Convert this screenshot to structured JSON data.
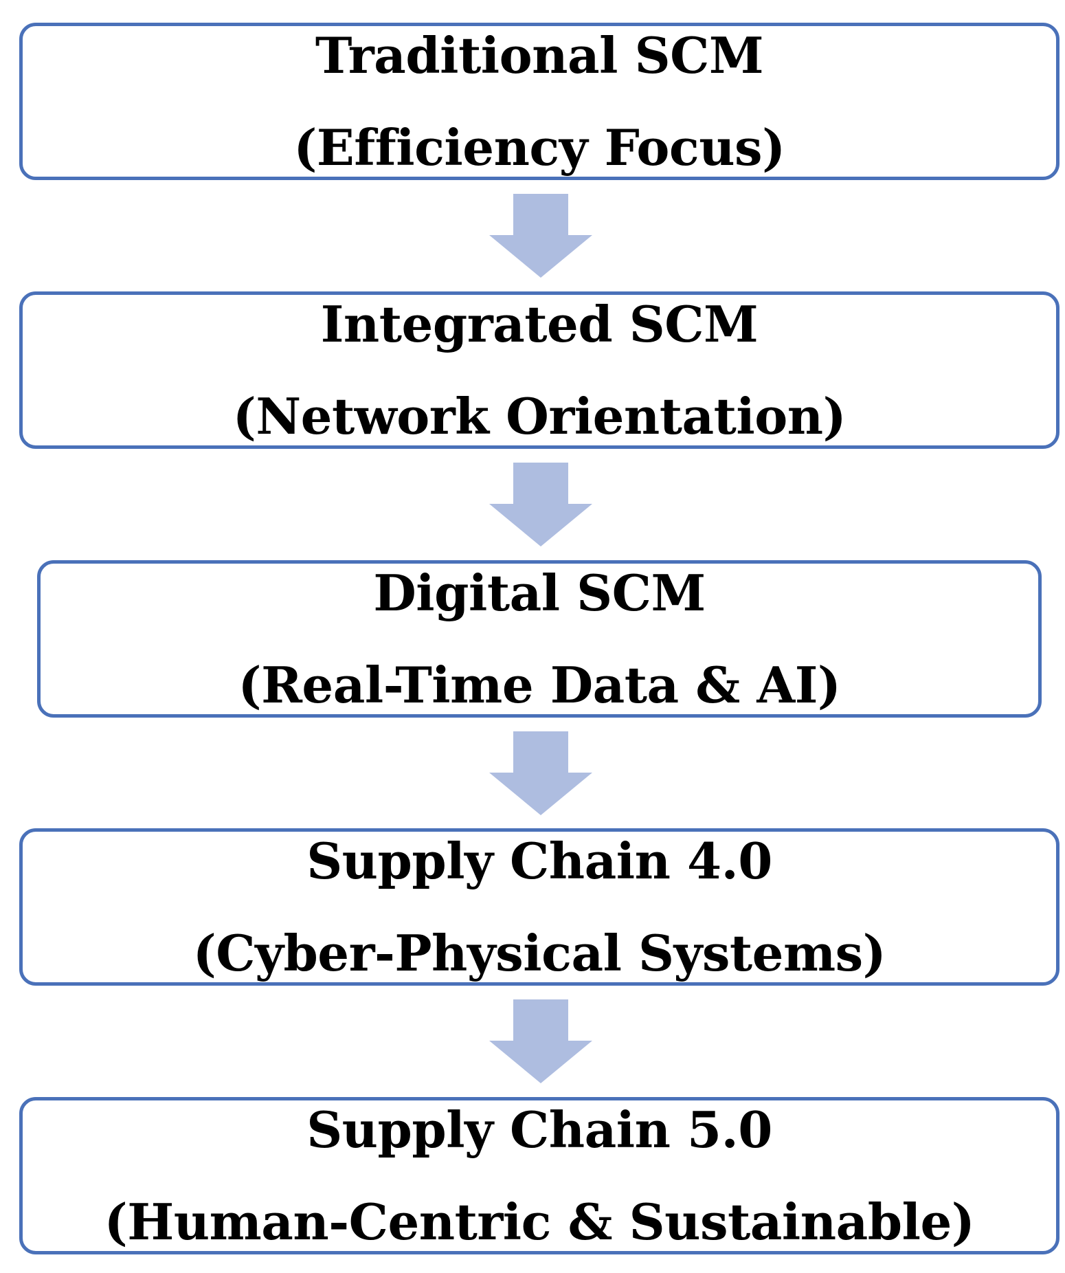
{
  "stages": [
    {
      "title": "Traditional SCM",
      "subtitle": "(Efficiency Focus)"
    },
    {
      "title": "Integrated SCM",
      "subtitle": "(Network Orientation)"
    },
    {
      "title": "Digital SCM",
      "subtitle": "(Real-Time Data & AI)"
    },
    {
      "title": "Supply Chain 4.0",
      "subtitle": "(Cyber-Physical Systems)"
    },
    {
      "title": "Supply Chain 5.0",
      "subtitle": "(Human-Centric & Sustainable)"
    }
  ],
  "colors": {
    "box_border": "#4a71b9",
    "arrow_fill": "#aebde0",
    "text": "#000000"
  }
}
